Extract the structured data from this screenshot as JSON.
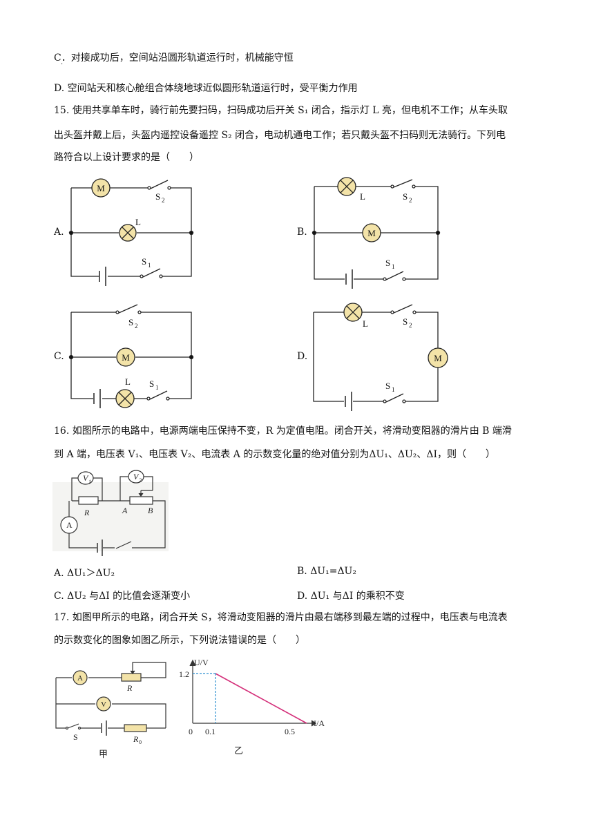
{
  "q14": {
    "optC": "C．对接成功后，空间站沿圆形轨道运行时，机械能守恒",
    "optD": "D. 空间站天和核心舱组合体绕地球近似圆形轨道运行时，受平衡力作用"
  },
  "q15": {
    "line1": "15. 使用共享单车时，骑行前先要扫码，扫码成功后开关 S₁ 闭合，指示灯 L 亮，但电机不工作；从车头取",
    "line2": "出头盔并戴上后，头盔内遥控设备遥控 S₂ 闭合，电动机通电工作；若只戴头盔不扫码则无法骑行。下列电",
    "line3": "路符合以上设计要求的是（　　）",
    "optA": "A.",
    "optB": "B.",
    "optC": "C.",
    "optD": "D.",
    "labels": {
      "M": "M",
      "L": "L",
      "S": "S",
      "one": "1",
      "two": "2"
    }
  },
  "q16": {
    "line1": "16. 如图所示的电路中，电源两端电压保持不变，R 为定值电阻。闭合开关，将滑动变阻器的滑片由 B 端滑",
    "line2": "到 A 端，电压表 V₁、电压表 V₂、电流表 A 的示数变化量的绝对值分别为ΔU₁、ΔU₂、ΔI，则（　　）",
    "optA": "A. ΔU₁＞ΔU₂",
    "optB": "B. ΔU₁=ΔU₂",
    "optC": "C. ΔU₂ 与ΔI 的比值会逐渐变小",
    "optD": "D. ΔU₁ 与ΔI 的乘积不变",
    "labels": {
      "V": "V",
      "A": "A",
      "R": "R",
      "Aend": "A",
      "Bend": "B",
      "one": "1",
      "two": "2"
    }
  },
  "q17": {
    "line1": "17. 如图甲所示的电路，闭合开关 S，将滑动变阻器的滑片由最右端移到最左端的过程中，电压表与电流表",
    "line2": "的示数变化的图象如图乙所示，下列说法错误的是（　　）",
    "labels": {
      "A": "A",
      "R": "R",
      "V": "V",
      "S": "S",
      "R0": "R",
      "zero": "0",
      "jia": "甲",
      "yi": "乙"
    },
    "graph": {
      "ylabel": "U/V",
      "xlabel": "I/A",
      "y_tick": "1.2",
      "origin": "0",
      "x_tick1": "0.1",
      "x_tick2": "0.5"
    }
  },
  "chart_data": {
    "type": "line",
    "xlabel": "I/A",
    "ylabel": "U/V",
    "series": [
      {
        "x": [
          0.1,
          0.5
        ],
        "y": [
          1.2,
          0
        ]
      }
    ],
    "xticks": [
      "0",
      "0.1",
      "0.5"
    ],
    "yticks": [
      "1.2"
    ],
    "color": "#d4307a"
  }
}
